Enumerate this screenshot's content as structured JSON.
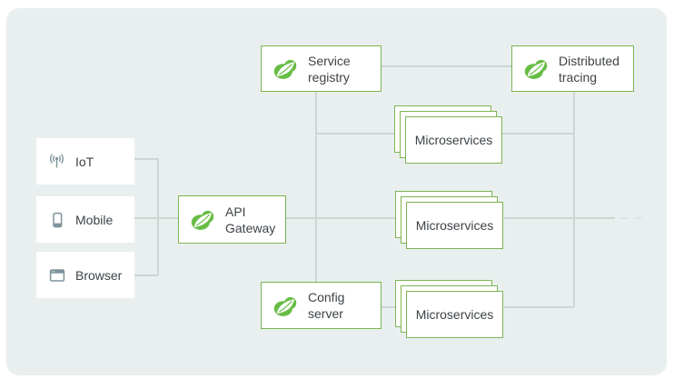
{
  "diagram": {
    "clients": [
      {
        "label": "IoT",
        "icon": "iot-antenna-icon"
      },
      {
        "label": "Mobile",
        "icon": "mobile-phone-icon"
      },
      {
        "label": "Browser",
        "icon": "browser-window-icon"
      }
    ],
    "gateway": {
      "line1": "API",
      "line2": "Gateway",
      "icon": "spring-leaf-icon"
    },
    "service_registry": {
      "line1": "Service",
      "line2": "registry",
      "icon": "spring-leaf-icon"
    },
    "distributed_tracing": {
      "line1": "Distributed",
      "line2": "tracing",
      "icon": "spring-leaf-icon"
    },
    "config_server": {
      "line1": "Config",
      "line2": "server",
      "icon": "spring-leaf-icon"
    },
    "microservices_label": "Microservices",
    "microservices_stacks": 3,
    "more_services_hint": "dashed-continuation-line"
  },
  "colors": {
    "page_bg": "#ffffff",
    "panel_bg": "#e9efee",
    "box_border": "#7cb552",
    "logo_green": "#68bc45",
    "line": "#ccd6d5",
    "line_faint": "#dbe5e4",
    "text": "#3e4347",
    "icon": "#7d939b",
    "box_bg": "#ffffff"
  }
}
